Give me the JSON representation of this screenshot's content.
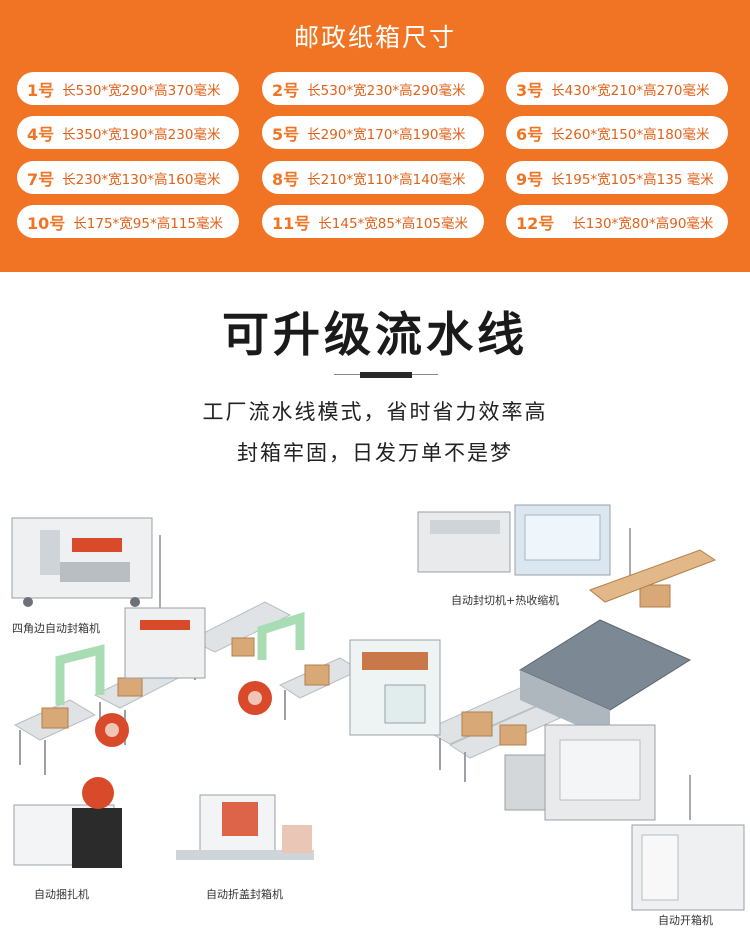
{
  "header": {
    "title": "邮政纸箱尺寸"
  },
  "boxes": [
    {
      "num": "1号",
      "dim": "长530*宽290*高370毫米"
    },
    {
      "num": "2号",
      "dim": "长530*宽230*高290毫米"
    },
    {
      "num": "3号",
      "dim": "长430*宽210*高270毫米"
    },
    {
      "num": "4号",
      "dim": "长350*宽190*高230毫米"
    },
    {
      "num": "5号",
      "dim": "长290*宽170*高190毫米"
    },
    {
      "num": "6号",
      "dim": "长260*宽150*高180毫米"
    },
    {
      "num": "7号",
      "dim": "长230*宽130*高160毫米"
    },
    {
      "num": "8号",
      "dim": "长210*宽110*高140毫米"
    },
    {
      "num": "9号",
      "dim": "长195*宽105*高135 毫米"
    },
    {
      "num": "10号",
      "dim": "长175*宽95*高115毫米"
    },
    {
      "num": "11号",
      "dim": "长145*宽85*高105毫米"
    },
    {
      "num": "12号",
      "dim": "长130*宽80*高90毫米"
    }
  ],
  "section": {
    "title": "可升级流水线",
    "line1": "工厂流水线模式，省时省力效率高",
    "line2": "封箱牢固，日发万单不是梦"
  },
  "machines": {
    "sealer_corner": "四角边自动封箱机",
    "shrink": "自动封切机+热收缩机",
    "strapper": "自动捆扎机",
    "folder_sealer": "自动折盖封箱机",
    "erector": "自动开箱机"
  },
  "colors": {
    "brand": "#f07423",
    "box": "#d9a877",
    "machine": "#e8eaec",
    "accent_red": "#d94a2a"
  }
}
